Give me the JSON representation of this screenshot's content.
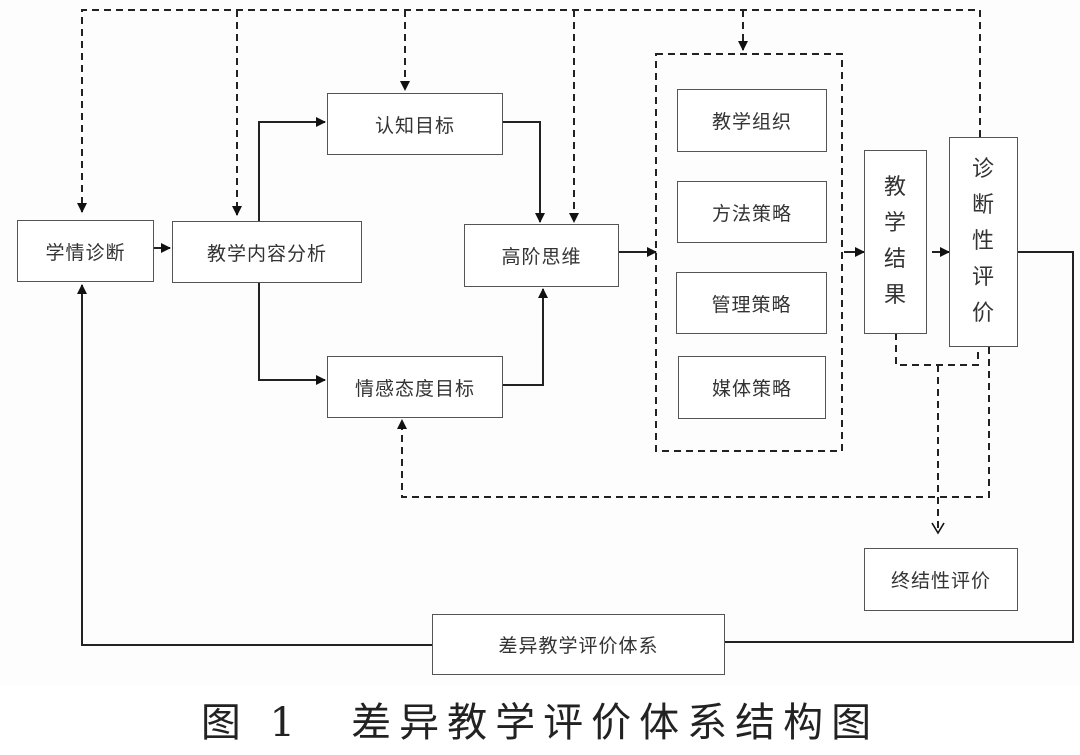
{
  "diagram": {
    "nodes": {
      "learning_diagnosis": "学情诊断",
      "content_analysis": "教学内容分析",
      "cognitive_goal": "认知目标",
      "affective_goal": "情感态度目标",
      "higher_order_thinking": "高阶思维",
      "teaching_organization": "教学组织",
      "method_strategy": "方法策略",
      "management_strategy": "管理策略",
      "media_strategy": "媒体策略",
      "teaching_result": [
        "教",
        "学",
        "结",
        "果"
      ],
      "diagnostic_evaluation": [
        "诊",
        "断",
        "性",
        "评",
        "价"
      ],
      "summative_evaluation": "终结性评价",
      "evaluation_system": "差异教学评价体系"
    },
    "edges": [
      {
        "from": "学情诊断",
        "to": "教学内容分析",
        "style": "solid"
      },
      {
        "from": "教学内容分析",
        "to": "认知目标",
        "style": "solid"
      },
      {
        "from": "教学内容分析",
        "to": "情感态度目标",
        "style": "solid"
      },
      {
        "from": "认知目标",
        "to": "高阶思维",
        "style": "solid"
      },
      {
        "from": "情感态度目标",
        "to": "高阶思维",
        "style": "solid"
      },
      {
        "from": "高阶思维",
        "to": "策略组",
        "style": "solid"
      },
      {
        "from": "策略组",
        "to": "教学结果",
        "style": "solid"
      },
      {
        "from": "教学结果",
        "to": "诊断性评价",
        "style": "solid"
      },
      {
        "from": "诊断性评价",
        "to": "差异教学评价体系",
        "style": "solid"
      },
      {
        "from": "差异教学评价体系",
        "to": "学情诊断",
        "style": "solid"
      },
      {
        "from": "诊断性评价",
        "to": "学情诊断",
        "style": "dashed"
      },
      {
        "from": "诊断性评价",
        "to": "教学内容分析",
        "style": "dashed"
      },
      {
        "from": "诊断性评价",
        "to": "认知目标",
        "style": "dashed"
      },
      {
        "from": "诊断性评价",
        "to": "高阶思维",
        "style": "dashed"
      },
      {
        "from": "诊断性评价",
        "to": "策略组",
        "style": "dashed"
      },
      {
        "from": "诊断性评价",
        "to": "情感态度目标",
        "style": "dashed"
      },
      {
        "from": "教学结果+诊断性评价",
        "to": "终结性评价",
        "style": "dashed"
      }
    ]
  },
  "caption": "图 1　差异教学评价体系结构图"
}
